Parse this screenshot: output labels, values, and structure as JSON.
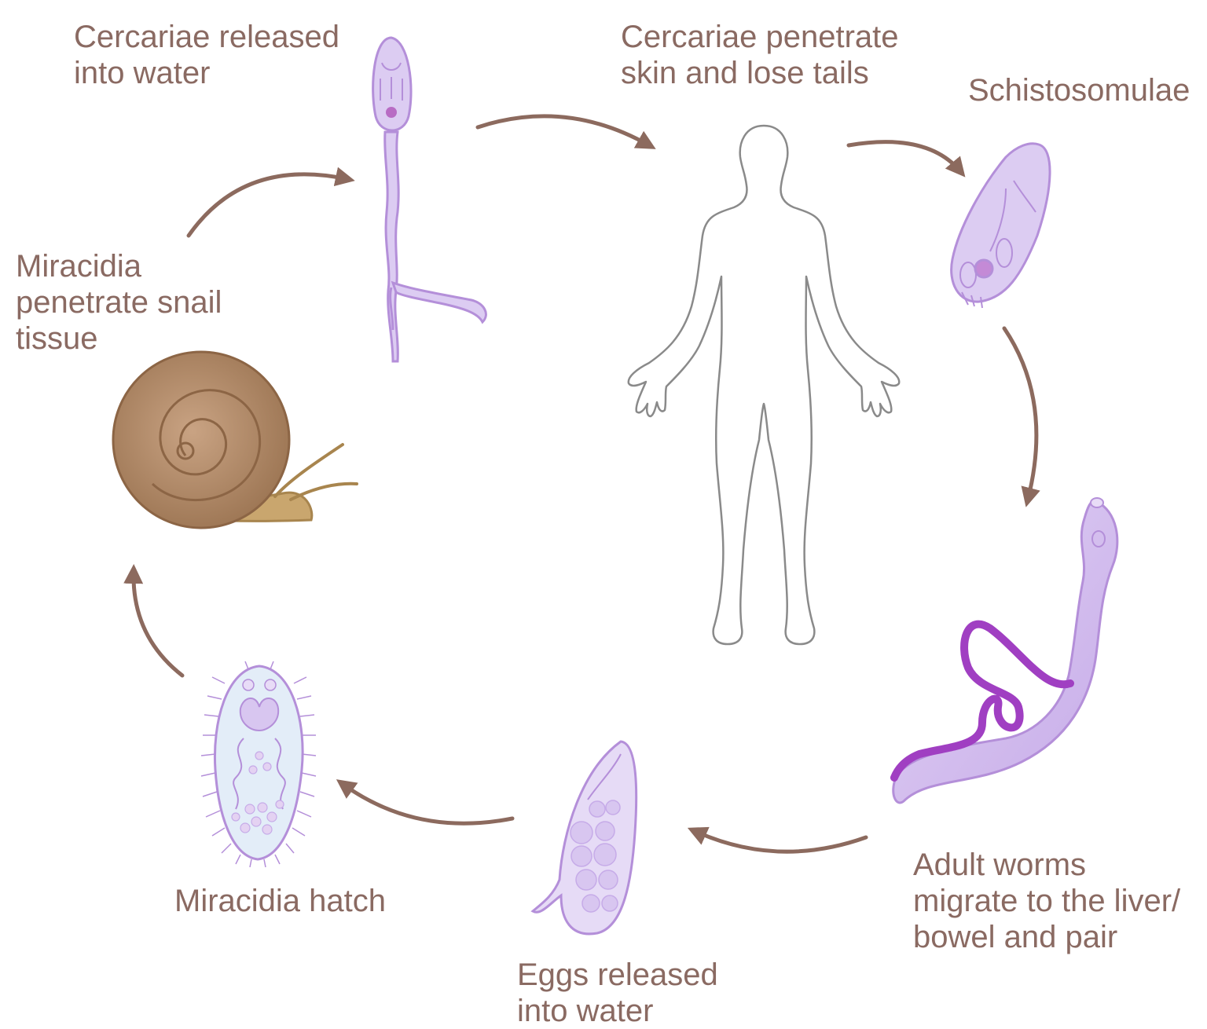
{
  "colors": {
    "label": "#8a6a62",
    "arrow": "#8c6a5e",
    "parasite_fill": "#dcccf2",
    "parasite_stroke": "#b48fd9",
    "worm_pair": "#a03fc2",
    "snail_shell": "#a9805c",
    "human_outline": "#8a8a8a"
  },
  "labels": {
    "cercariae_released": [
      "Cercariae released",
      "into water"
    ],
    "cercariae_penetrate": [
      "Cercariae penetrate",
      "skin and lose tails"
    ],
    "schistosomulae": [
      "Schistosomulae"
    ],
    "miracidia_penetrate": [
      "Miracidia",
      "penetrate snail",
      "tissue"
    ],
    "adult_worms": [
      "Adult worms",
      "migrate to the liver/",
      "bowel and pair"
    ],
    "eggs_released": [
      "Eggs released",
      "into water"
    ],
    "miracidia_hatch": [
      "Miracidia hatch"
    ]
  },
  "icons": [
    "cercaria-icon",
    "human-body-icon",
    "schistosomulum-icon",
    "adult-worm-pair-icon",
    "egg-icon",
    "miracidium-icon",
    "snail-icon"
  ]
}
